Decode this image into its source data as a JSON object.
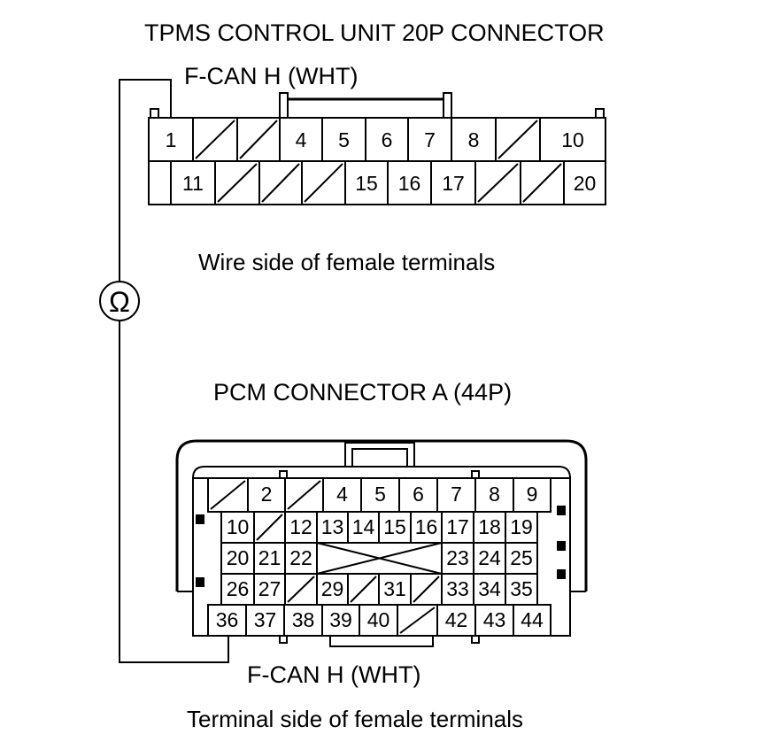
{
  "tpms": {
    "title": "TPMS CONTROL UNIT 20P CONNECTOR",
    "wire_label": "F-CAN H (WHT)",
    "side_label": "Wire side of female terminals",
    "row1": [
      "1",
      "",
      "",
      "4",
      "5",
      "6",
      "7",
      "8",
      "",
      "10"
    ],
    "row2": [
      "11",
      "",
      "",
      "",
      "15",
      "16",
      "17",
      "",
      "",
      "20"
    ]
  },
  "pcm": {
    "title": "PCM CONNECTOR A (44P)",
    "wire_label": "F-CAN H (WHT)",
    "side_label": "Terminal side of female terminals",
    "row1": [
      "",
      "2",
      "",
      "4",
      "5",
      "6",
      "7",
      "8",
      "9"
    ],
    "row2": [
      "10",
      "",
      "12",
      "13",
      "14",
      "15",
      "16",
      "17",
      "18",
      "19"
    ],
    "row3": [
      "20",
      "21",
      "22",
      "23",
      "24",
      "25"
    ],
    "row4": [
      "26",
      "27",
      "",
      "29",
      "",
      "31",
      "",
      "33",
      "34",
      "35"
    ],
    "row5": [
      "36",
      "37",
      "38",
      "39",
      "40",
      "",
      "42",
      "43",
      "44"
    ]
  },
  "meter": {
    "symbol": "Ω",
    "name": "ohmmeter"
  }
}
